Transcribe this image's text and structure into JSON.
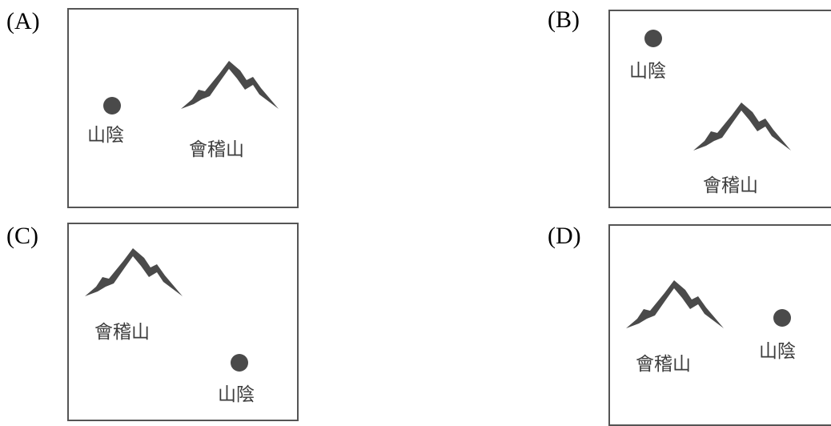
{
  "options": [
    {
      "label": "(A)",
      "town": "山陰",
      "mountain": "會稽山"
    },
    {
      "label": "(B)",
      "town": "山陰",
      "mountain": "會稽山"
    },
    {
      "label": "(C)",
      "town": "山陰",
      "mountain": "會稽山"
    },
    {
      "label": "(D)",
      "town": "山陰",
      "mountain": "會稽山"
    }
  ],
  "icons": {
    "town": "filled-circle-dot",
    "mountain": "mountain-silhouette"
  },
  "colors": {
    "border": "#555555",
    "marker": "#4a4a4a",
    "text": "#3c3c3c"
  }
}
